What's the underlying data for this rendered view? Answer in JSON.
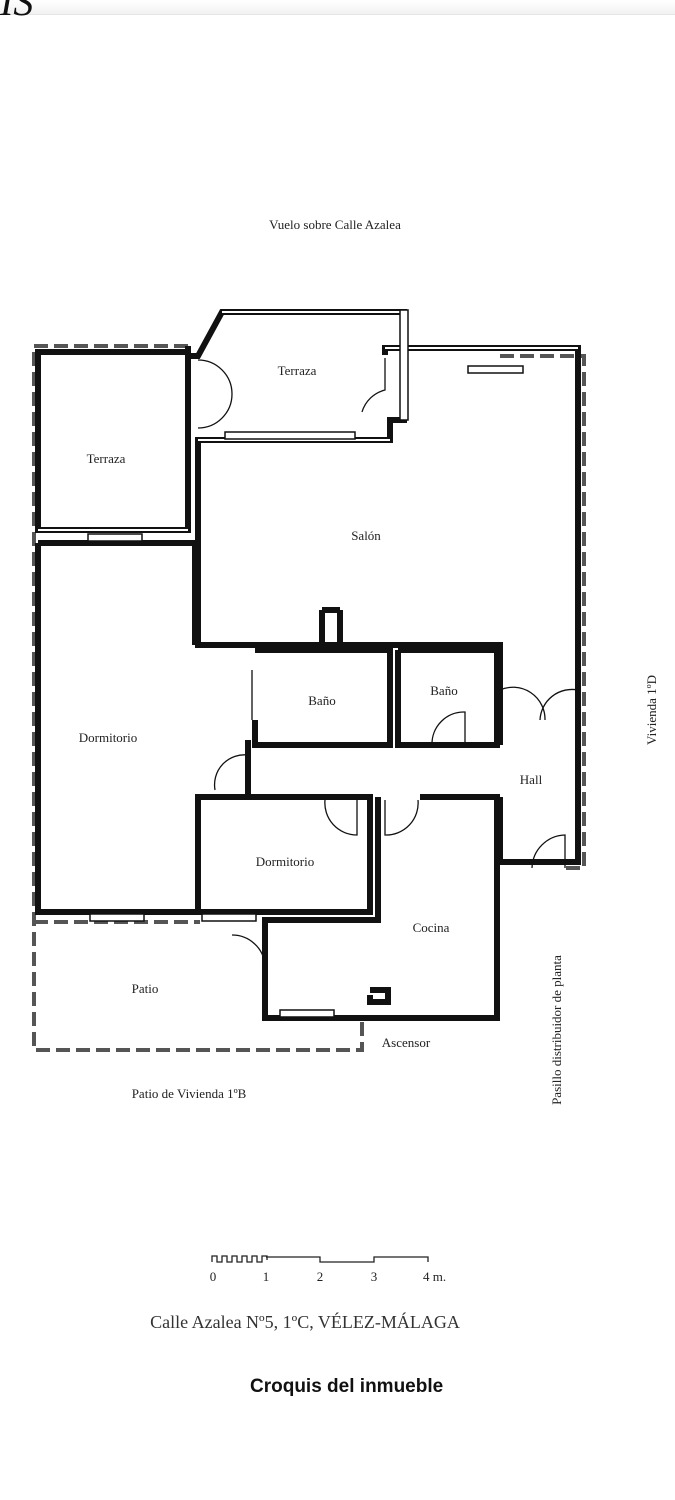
{
  "header_fragment": "IS",
  "plan": {
    "top_label": "Vuelo sobre Calle Azalea",
    "rooms": {
      "terraza_left": "Terraza",
      "terraza_top": "Terraza",
      "salon": "Salón",
      "bano1": "Baño",
      "bano2": "Baño",
      "dormitorio_left": "Dormitorio",
      "dormitorio_small": "Dormitorio",
      "hall": "Hall",
      "cocina": "Cocina",
      "patio": "Patio",
      "ascensor": "Ascensor"
    },
    "right_label": "Vivienda 1ºD",
    "corridor_label": "Pasillo distribuidor de planta",
    "bottom_label": "Patio de Vivienda 1ºB"
  },
  "scale": {
    "ticks": [
      "0",
      "1",
      "2",
      "3",
      "4 m."
    ]
  },
  "address": "Calle Azalea Nº5, 1ºC,  VÉLEZ-MÁLAGA",
  "caption": "Croquis del inmueble"
}
